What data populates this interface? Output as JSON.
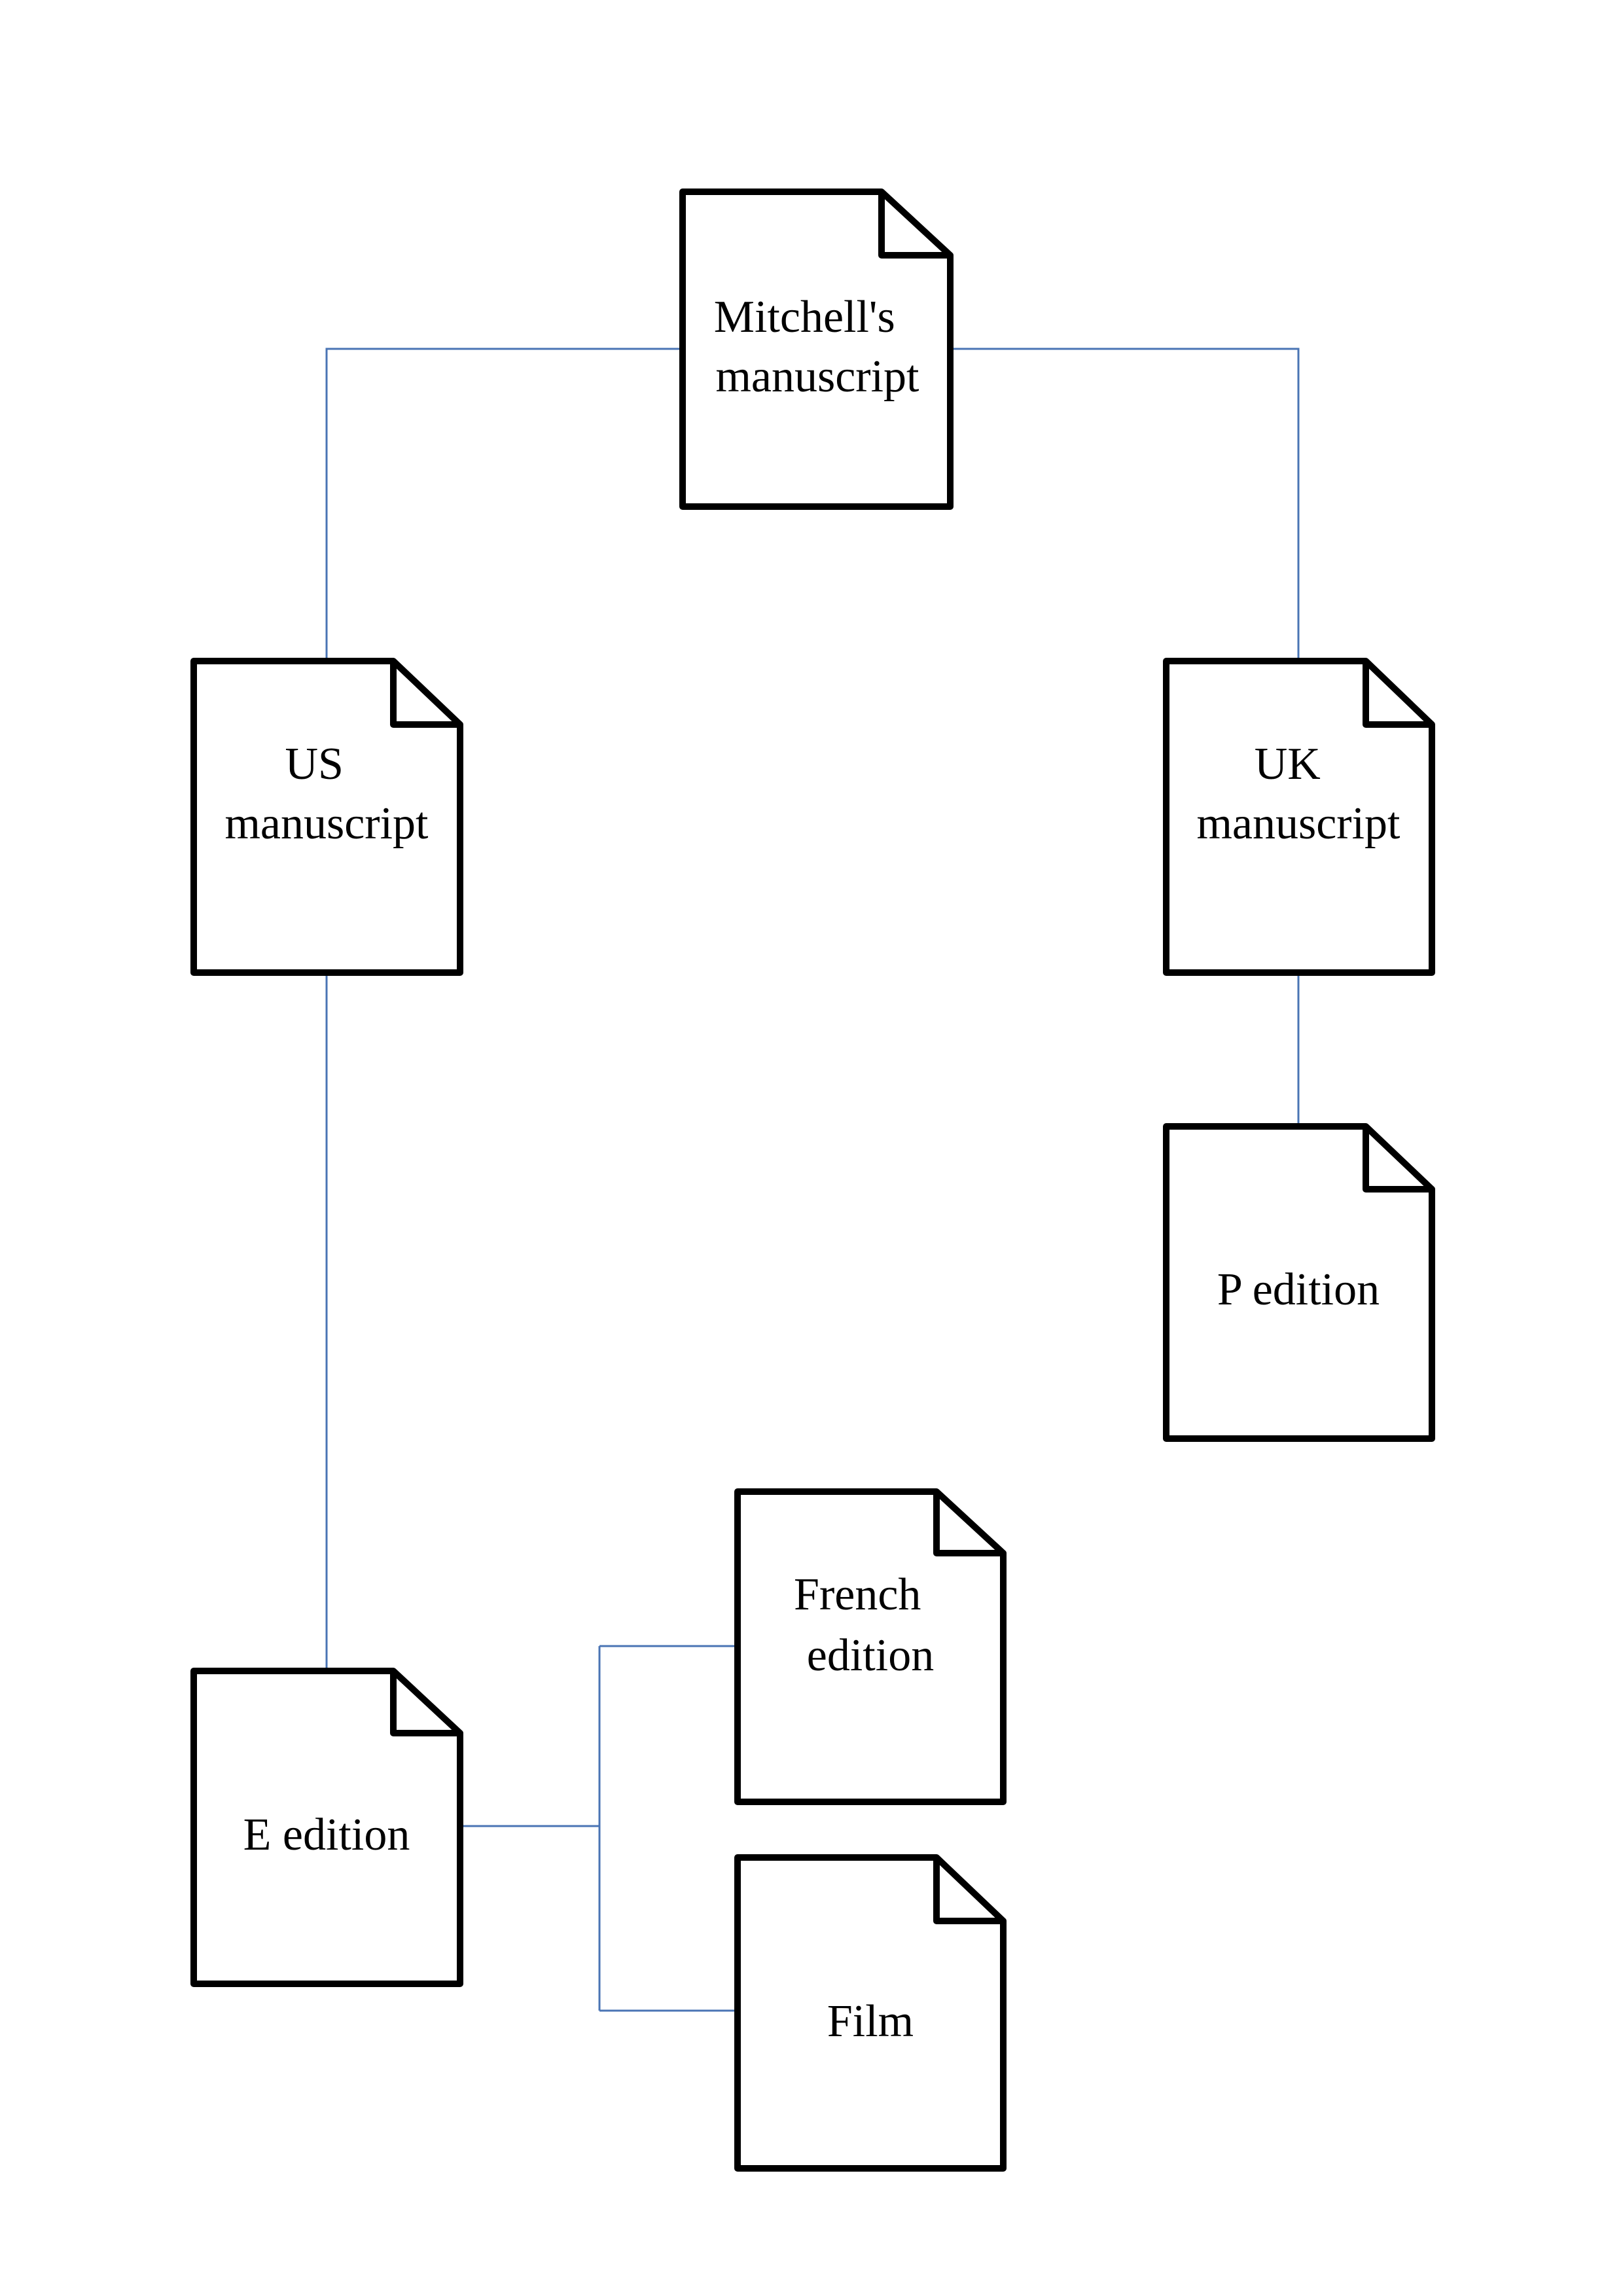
{
  "diagram": {
    "connector_color": "#4a74b4",
    "document_stroke_color": "#000000",
    "nodes": {
      "mitchell": {
        "line1": "Mitchell's",
        "line2": "manuscript"
      },
      "us": {
        "line1": "US",
        "line2": "manuscript"
      },
      "uk": {
        "line1": "UK",
        "line2": "manuscript"
      },
      "p_edition": {
        "label": "P edition"
      },
      "e_edition": {
        "label": "E edition"
      },
      "french": {
        "line1": "French",
        "line2": "edition"
      },
      "film": {
        "label": "Film"
      }
    }
  }
}
